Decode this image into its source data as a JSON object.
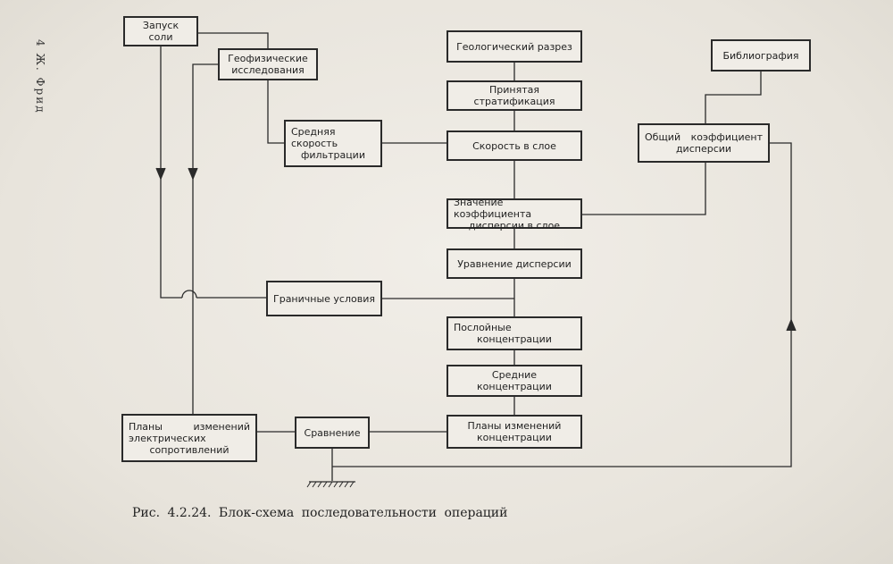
{
  "side_text": "4 Ж. Фрид",
  "caption": "Рис. 4.2.24. Блок-схема последовательности операций",
  "blocks": {
    "zapusk": "Запуск соли",
    "geofiz": "Геофизические исследования",
    "srednyaya": "Средняя скорость фильтрации",
    "granichnye": "Граничные условия",
    "plany_el": "Планы изменений электрических сопротивлений",
    "sravnenie": "Сравнение",
    "geol_razrez": "Геологический разрез",
    "strat": "Принятая стратификация",
    "skorost_sloe": "Скорость в слое",
    "znachenie": "Значение коэффициента дисперсии в слое",
    "uravnenie": "Уравнение дисперсии",
    "posloinye": "Послойные концентрации",
    "srednie_konc": "Средние концентрации",
    "plany_konc": "Планы изменений концентрации",
    "bibliografia": "Библиография",
    "obshchiy": "Общий коэффициент дисперсии"
  }
}
